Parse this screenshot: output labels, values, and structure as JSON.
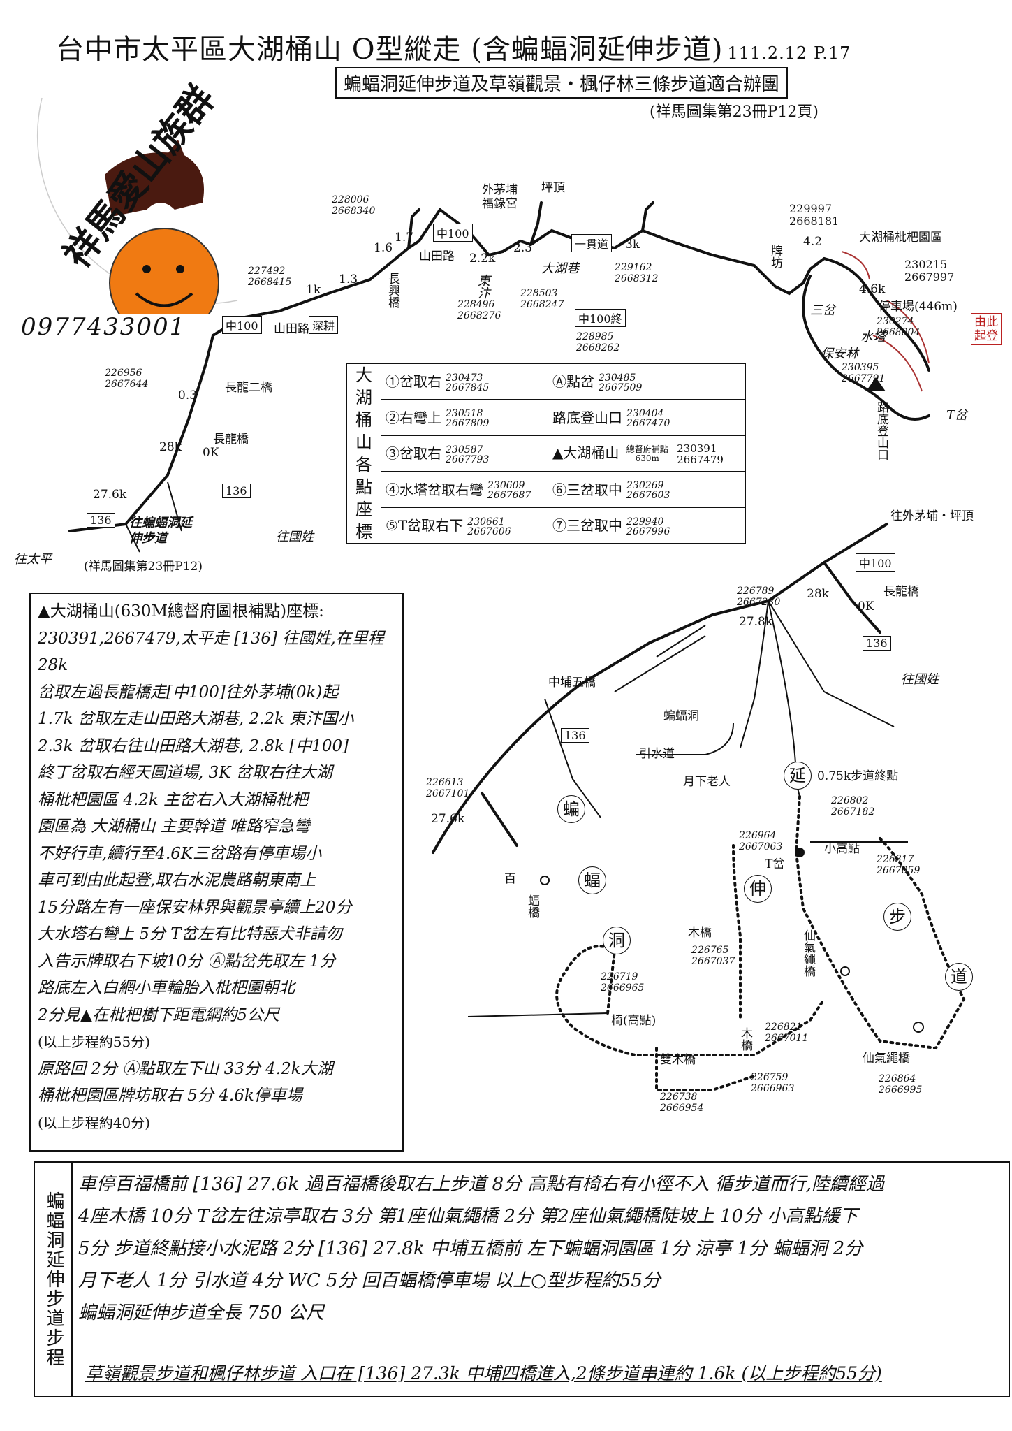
{
  "header": {
    "title": "台中市太平區大湖桶山 O型縱走 (含蝙蝠洞延伸步道)",
    "date": "111.2.12 P.17",
    "subtitle": "蝙蝠洞延伸步道及草嶺觀景・楓仔林三條步道適合辦團",
    "ref": "(祥馬圖集第23冊P12頁)"
  },
  "logo": {
    "text": "祥馬愛山族群",
    "phone": "0977433001",
    "icon": "horse-pumpkin-logo"
  },
  "map_top": {
    "labels": {
      "waimao": "外茅埔",
      "fulugong": "福錄宮",
      "pingding": "坪頂",
      "road_shantian": "山田路",
      "yiguandao": "一貫道",
      "dahuxiang": "大湖巷",
      "pai_fang": "牌坊",
      "orchard": "大湖桶枇杷園區",
      "parking": "停車場(446m)",
      "start_here": "由此起登",
      "changyi_bridge": "長興橋",
      "shengeng": "深耕",
      "shantian_road": "山田路",
      "changlong2": "長龍二橋",
      "changlong": "長龍橋",
      "to_bat_cave": "往蝙蝠洞延伸步道",
      "to_taiping": "往太平",
      "to_guoxing": "往國姓",
      "ref_small": "(祥馬圖集第23冊P12)",
      "lu_di_trailhead": "路底登山口",
      "dongfu": "東汴",
      "baoanlin": "保安林",
      "sancha": "三岔",
      "t_cha": "T岔",
      "water_tower": "水塔"
    },
    "km": {
      "k17": "1.7",
      "k16": "1.6",
      "k13": "1.3",
      "k1": "1k",
      "k22": "2.2k",
      "k23": "2.3",
      "k3": "3k",
      "k42": "4.2",
      "k46": "4.6k",
      "k03": "0.3",
      "k28": "28k",
      "k0": "0K",
      "k276": "27.6k"
    },
    "boxes": {
      "zh100_a": "中100",
      "zh100_b": "中100",
      "zh100_end": "中100終",
      "r136_a": "136",
      "r136_b": "136"
    },
    "coords": {
      "c1": "228006\n2668340",
      "c2": "227492\n2668415",
      "c3": "229997\n2668181",
      "c4": "230215\n2667997",
      "c5": "229162\n2668312",
      "c6": "228503\n2668247",
      "c7": "228496\n2668276",
      "c8": "228985\n2668262",
      "c9": "226956\n2667644",
      "c10": "230274\n2668004",
      "c11": "230395\n2667791"
    }
  },
  "coord_table": {
    "side": "大湖桶山各點座標",
    "rows": [
      {
        "label": "①岔取右",
        "coord": "230473\n2667845",
        "label2": "Ⓐ點岔",
        "coord2": "230485\n2667509"
      },
      {
        "label": "②右彎上",
        "coord": "230518\n2667809",
        "label2": "路底登山口",
        "coord2": "230404\n2667470"
      },
      {
        "label": "③岔取右",
        "coord": "230587\n2667793",
        "label2": "▲大湖桶山",
        "coord2": "230391\n2667479",
        "note2": "總督府補點",
        "elev2": "630m"
      },
      {
        "label": "④水塔岔取右彎",
        "coord": "230609\n2667687",
        "label2": "⑥三岔取中",
        "coord2": "230269\n2667603"
      },
      {
        "label": "⑤T岔取右下",
        "coord": "230661\n2667606",
        "label2": "⑦三岔取中",
        "coord2": "229940\n2667996"
      }
    ]
  },
  "description": {
    "heading": "▲大湖桶山(630M總督府圖根補點)座標:",
    "lines": [
      "230391,2667479,太平走 [136] 往國姓,在里程 28k",
      "岔取左過長龍橋走[中100]往外茅埔(0k)起",
      "1.7k 岔取左走山田路大湖巷, 2.2k 東汴国小",
      "2.3k 岔取右往山田路大湖巷, 2.8k [中100]",
      "終丁岔取右經天圓道場, 3K 岔取右往大湖",
      "桶枇杷園區 4.2k 主岔右入大湖桶枇杷",
      "園區為 大湖桶山 主要幹道 唯路窄急彎",
      "不好行車,續行至4.6K三岔路有停車場小",
      "車可到由此起登,取右水泥農路朝東南上",
      "15分路左有一座保安林界與觀景亭續上20分",
      "大水塔右彎上 5分 T岔左有比特惡犬非請勿",
      "入告示牌取右下坡10分 Ⓐ點岔先取左 1分",
      "路底左入白網小車輪胎入枇杷園朝北",
      "2分見▲在枇杷樹下距電網約5公尺",
      "(以上步程約55分)",
      "原路回 2分 Ⓐ點取左下山 33分 4.2k大湖",
      "桶枇杷園區牌坊取右 5分 4.6k停車場",
      "(以上步程約40分)"
    ]
  },
  "map_bottom": {
    "labels": {
      "to_waimao": "往外茅埔・坪頂",
      "changlong": "長龍橋",
      "to_guoxing": "往國姓",
      "zhongpu5": "中埔五橋",
      "bat_cave": "蝙蝠洞",
      "water_channel": "引水道",
      "yuexia": "月下老人",
      "trail_end": "0.75k步道終點",
      "small_peak": "小高點",
      "bai": "百",
      "bat_bridge": "蝠橋",
      "wood_bridge": "木橋",
      "fairy_bridge_v": "仙氣繩橋",
      "fairy_bridge": "仙氣繩橋",
      "double_bridge": "雙木橋",
      "wood_bridge2": "木橋",
      "chair": "椅(高點)",
      "t_cha": "T岔"
    },
    "km": {
      "k28": "28k",
      "k278": "27.8k",
      "k276": "27.6k",
      "k0": "0K"
    },
    "boxes": {
      "zh100": "中100",
      "r136_a": "136",
      "r136_b": "136"
    },
    "circles": [
      "蝙",
      "蝠",
      "洞",
      "延",
      "伸",
      "步",
      "道"
    ],
    "coords": {
      "c1": "226789\n2667230",
      "c2": "226613\n2667101",
      "c3": "226802\n2667182",
      "c4": "226964\n2667063",
      "c5": "226817\n2667059",
      "c6": "226719\n2666965",
      "c7": "226765\n2667037",
      "c8": "226821\n2667011",
      "c9": "226759\n2666963",
      "c10": "226738\n2666954",
      "c11": "226864\n2666995"
    }
  },
  "extension": {
    "side": "蝙蝠洞延伸步道步程",
    "lines": [
      "車停百福橋前 [136] 27.6k 過百福橋後取右上步道 8分 高點有椅右有小徑不入 循步道而行,陸續經過",
      "4座木橋 10分 T岔左往涼亭取右 3分 第1座仙氣繩橋 2分 第2座仙氣繩橋陡坡上 10分 小高點緩下",
      "5分 步道終點接小水泥路 2分 [136] 27.8k 中埔五橋前 左下蝙蝠洞園區 1分 涼亭 1分 蝙蝠洞 2分",
      "月下老人 1分 引水道 4分 WC 5分 回百蝠橋停車場 以上○型步程約55分",
      "蝙蝠洞延伸步道全長 750 公尺"
    ],
    "foot": "草嶺觀景步道和楓仔林步道 入口在 [136] 27.3k 中埔四橋進入,2條步道串連約 1.6k (以上步程約55分)"
  }
}
